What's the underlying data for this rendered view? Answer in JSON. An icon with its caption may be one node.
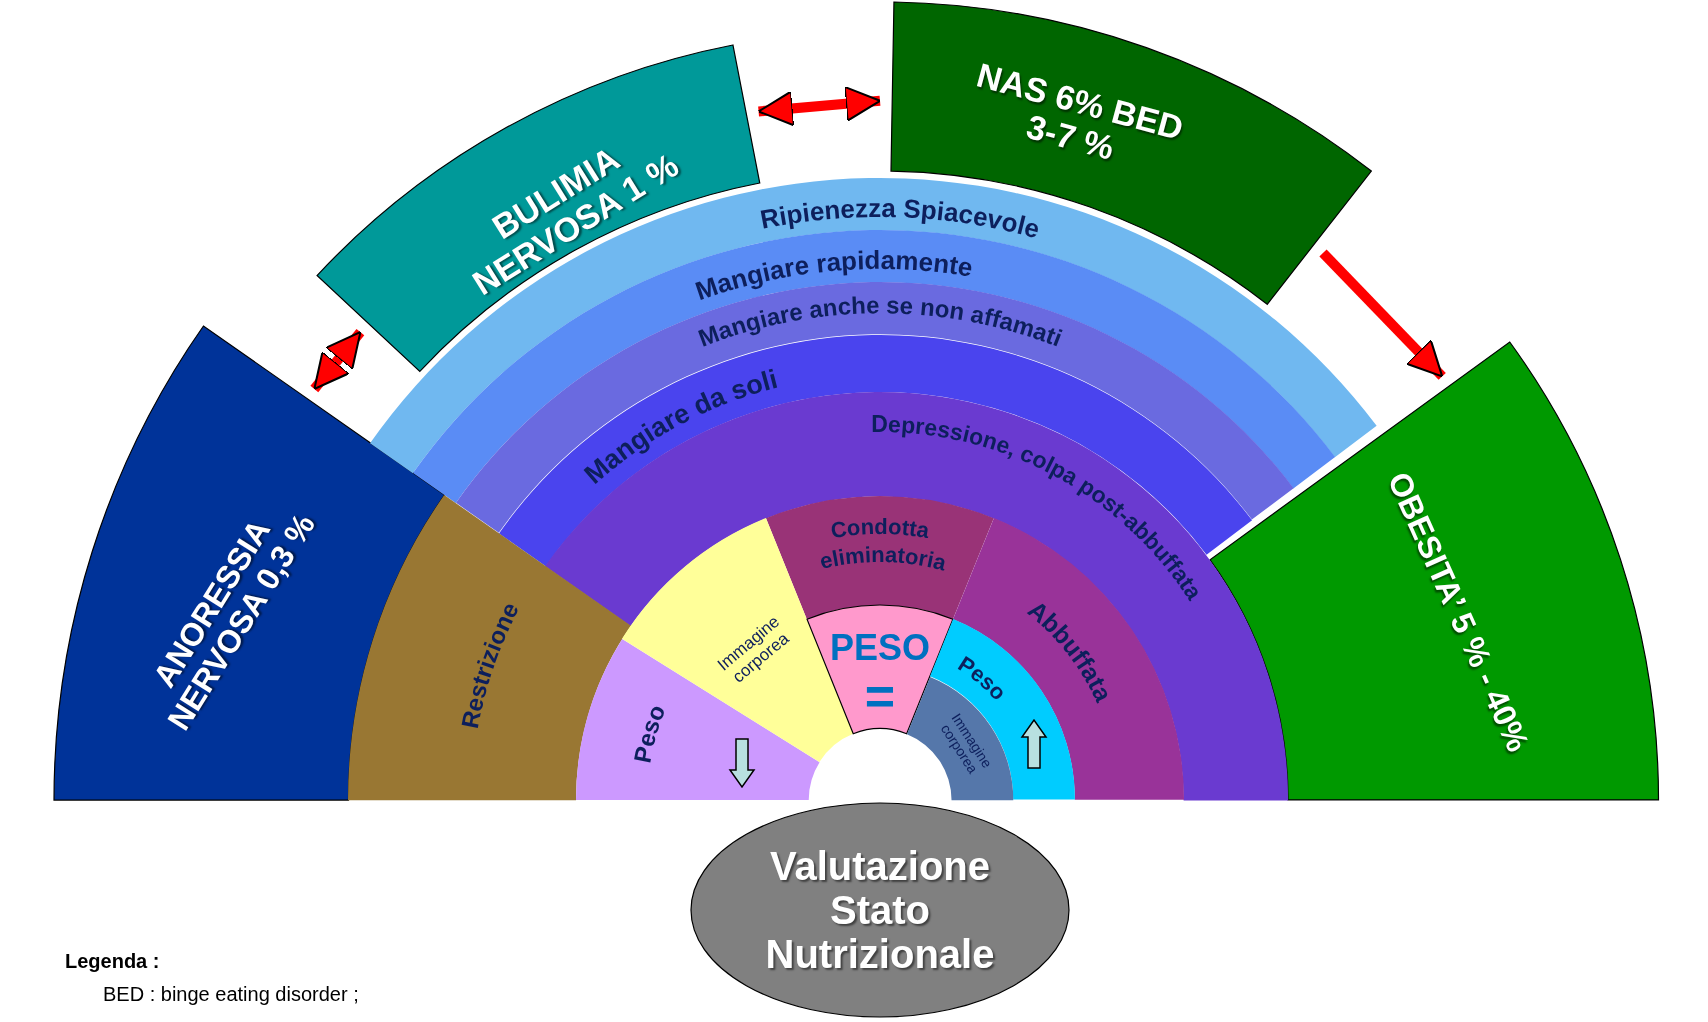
{
  "diagram": {
    "nodes": [
      {
        "text": [
          "BULIMIA NERVOSA 1 %"
        ]
      },
      {
        "text": [
          "NAS 6% BED 3-7 %"
        ]
      },
      {
        "text": [
          "ANORESSIA NERVOSA 0,3 %"
        ]
      },
      {
        "text": [
          "OBESITA’ 5 % - 40%"
        ]
      },
      {
        "text": [
          "Ripienezza Spiacevole"
        ]
      },
      {
        "text": [
          "Mangiare rapidamente"
        ]
      },
      {
        "text": [
          "Mangiare anche se non affamati"
        ]
      },
      {
        "text": [
          "Mangiare da soli"
        ]
      },
      {
        "text": [
          "Depressione, colpa post-abbuffata"
        ]
      },
      {
        "text": [
          "Condotta eliminatoria"
        ]
      },
      {
        "text": [
          "Abbuffata"
        ]
      },
      {
        "text": [
          "Restrizione"
        ]
      },
      {
        "text": [
          "Peso"
        ]
      },
      {
        "text": [
          "Immagine corporea"
        ]
      },
      {
        "text": [
          "PESO",
          "="
        ]
      },
      {
        "text": [
          "Peso"
        ]
      },
      {
        "text": [
          "Immagine corporea"
        ]
      },
      {
        "text": [
          "Valutazione Stato Nutrizionale"
        ]
      }
    ],
    "edges": [
      {
        "from": 2,
        "to": 0,
        "arrow": "both"
      },
      {
        "from": 0,
        "to": 1,
        "arrow": "both"
      },
      {
        "from": 1,
        "to": 3,
        "arrow": "to"
      }
    ],
    "labels": [
      "Legenda :",
      "BED : binge eating disorder ;"
    ]
  }
}
